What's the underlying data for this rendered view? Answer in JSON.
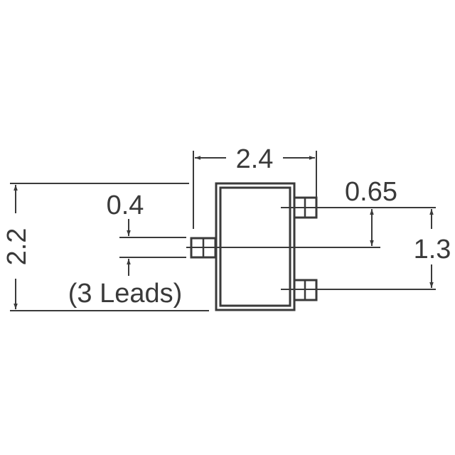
{
  "diagram": {
    "type": "package-outline-drawing",
    "units": "mm",
    "stroke_color": "#3a3a3a",
    "background": "#ffffff",
    "dimensions": {
      "body_width": "2.4",
      "overall_height": "2.2",
      "lead_width": "0.4",
      "lead_pitch": "0.65",
      "lead_span": "1.3"
    },
    "notes": {
      "lead_count": "(3 Leads)"
    }
  }
}
